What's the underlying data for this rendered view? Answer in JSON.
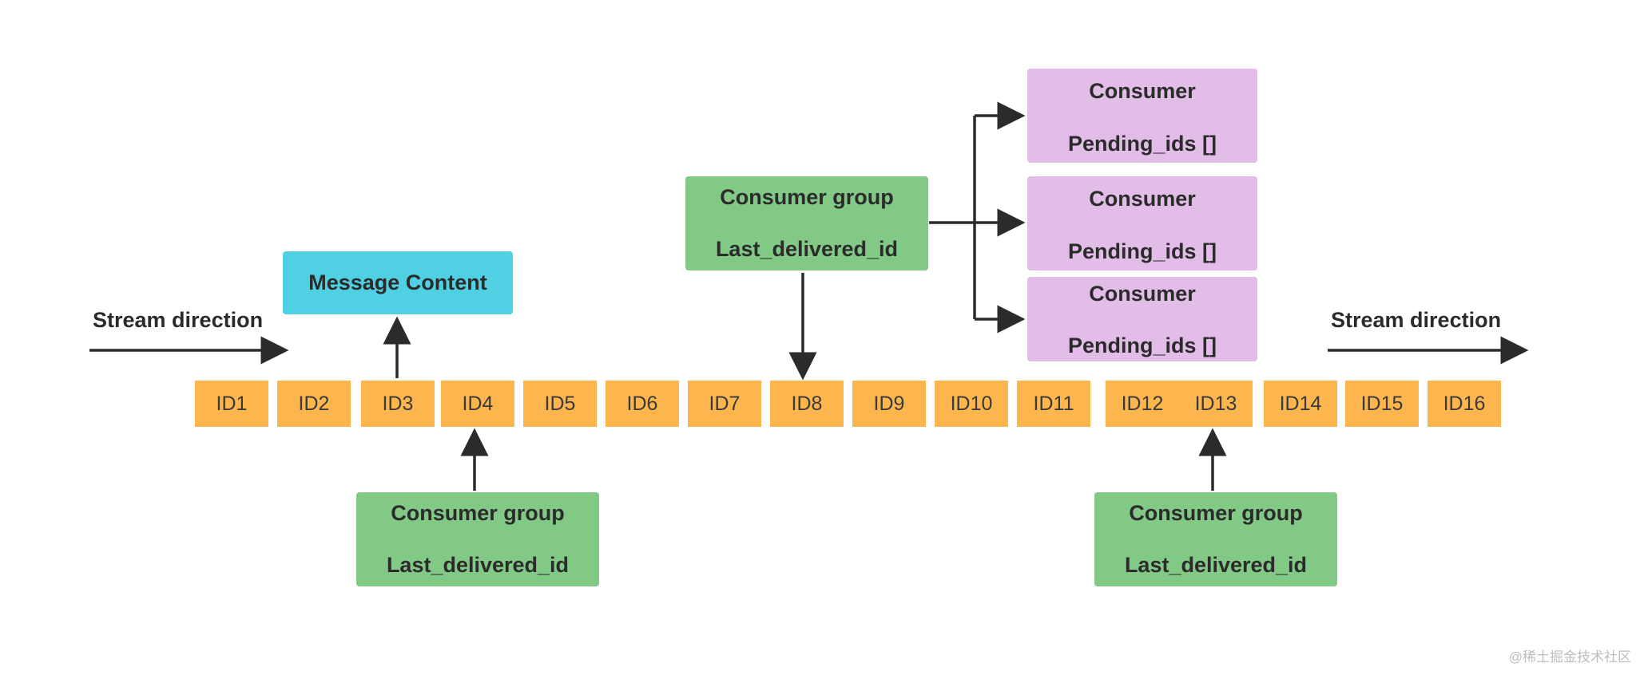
{
  "stream_label_left": "Stream direction",
  "stream_label_right": "Stream direction",
  "message_content": "Message Content",
  "ids": [
    "ID1",
    "ID2",
    "ID3",
    "ID4",
    "ID5",
    "ID6",
    "ID7",
    "ID8",
    "ID9",
    "ID10",
    "ID11",
    "ID12",
    "ID13",
    "ID14",
    "ID15",
    "ID16"
  ],
  "consumer_groups": [
    {
      "title": "Consumer group",
      "field": "Last_delivered_id"
    },
    {
      "title": "Consumer group",
      "field": "Last_delivered_id"
    },
    {
      "title": "Consumer group",
      "field": "Last_delivered_id"
    }
  ],
  "consumers": [
    {
      "title": "Consumer",
      "field": "Pending_ids []"
    },
    {
      "title": "Consumer",
      "field": "Pending_ids []"
    },
    {
      "title": "Consumer",
      "field": "Pending_ids []"
    }
  ],
  "watermark": "@稀土掘金技术社区",
  "colors": {
    "id_cell": "#fdb64e",
    "consumer_group": "#82c985",
    "consumer": "#e2bde8",
    "message_content": "#4fd0e3",
    "arrow": "#2b2b2b"
  }
}
